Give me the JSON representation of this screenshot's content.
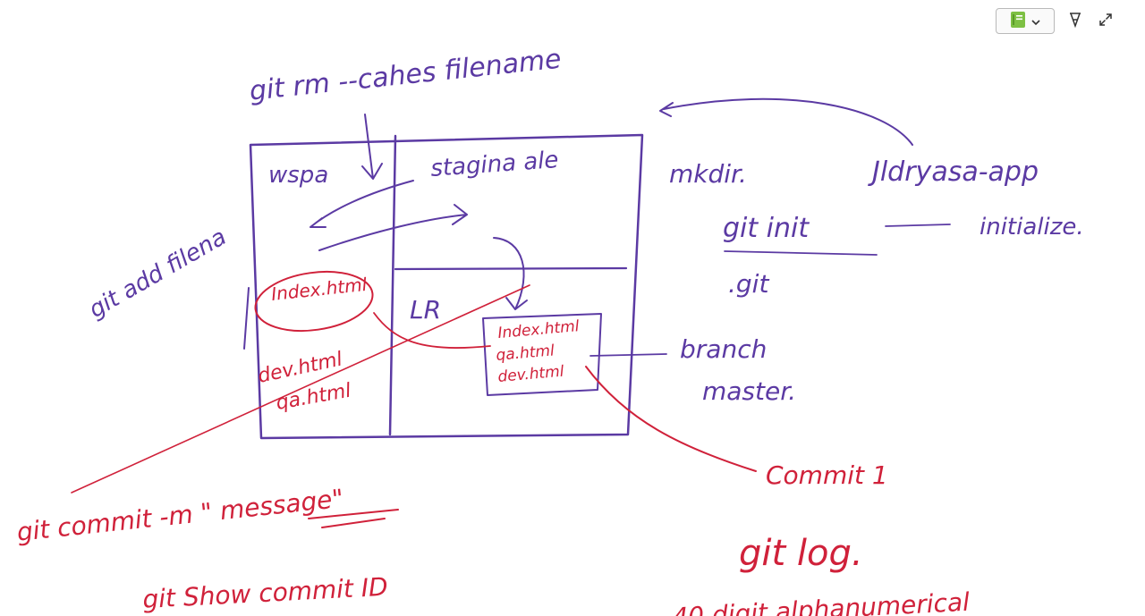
{
  "toolbar": {
    "notebook_icon": "notebook-icon",
    "dropdown_icon": "chevron-down-icon",
    "pen_icon": "pen-tip-icon",
    "expand_icon": "expand-icon",
    "notebook_color": "#7dc043"
  },
  "ink": {
    "git_rm": "git rm --cahes filename",
    "wspa": "wspa",
    "staging": "stagina ale",
    "lr": "LR",
    "git_add": "git add filena",
    "ws_file_1": "Index.html",
    "ws_file_2": "dev.html",
    "ws_file_3": "qa.html",
    "lr_file_1": "Index.html",
    "lr_file_2": "qa.html",
    "lr_file_3": "dev.html",
    "mkdir": "mkdir.",
    "folder": "Jldryasa-app",
    "git_init": "git init",
    "initialize": "initialize.",
    "dot_git": ".git",
    "branch": "branch",
    "master": "master.",
    "commit_1": "Commit 1",
    "git_commit": "git commit -m \" message\"",
    "git_log": "git log.",
    "git_show": "git Show commit ID",
    "digit_alnum": "40 digit alphanumerical"
  },
  "colors": {
    "purple_ink": "#5b3aa3",
    "red_ink": "#d0213a"
  }
}
